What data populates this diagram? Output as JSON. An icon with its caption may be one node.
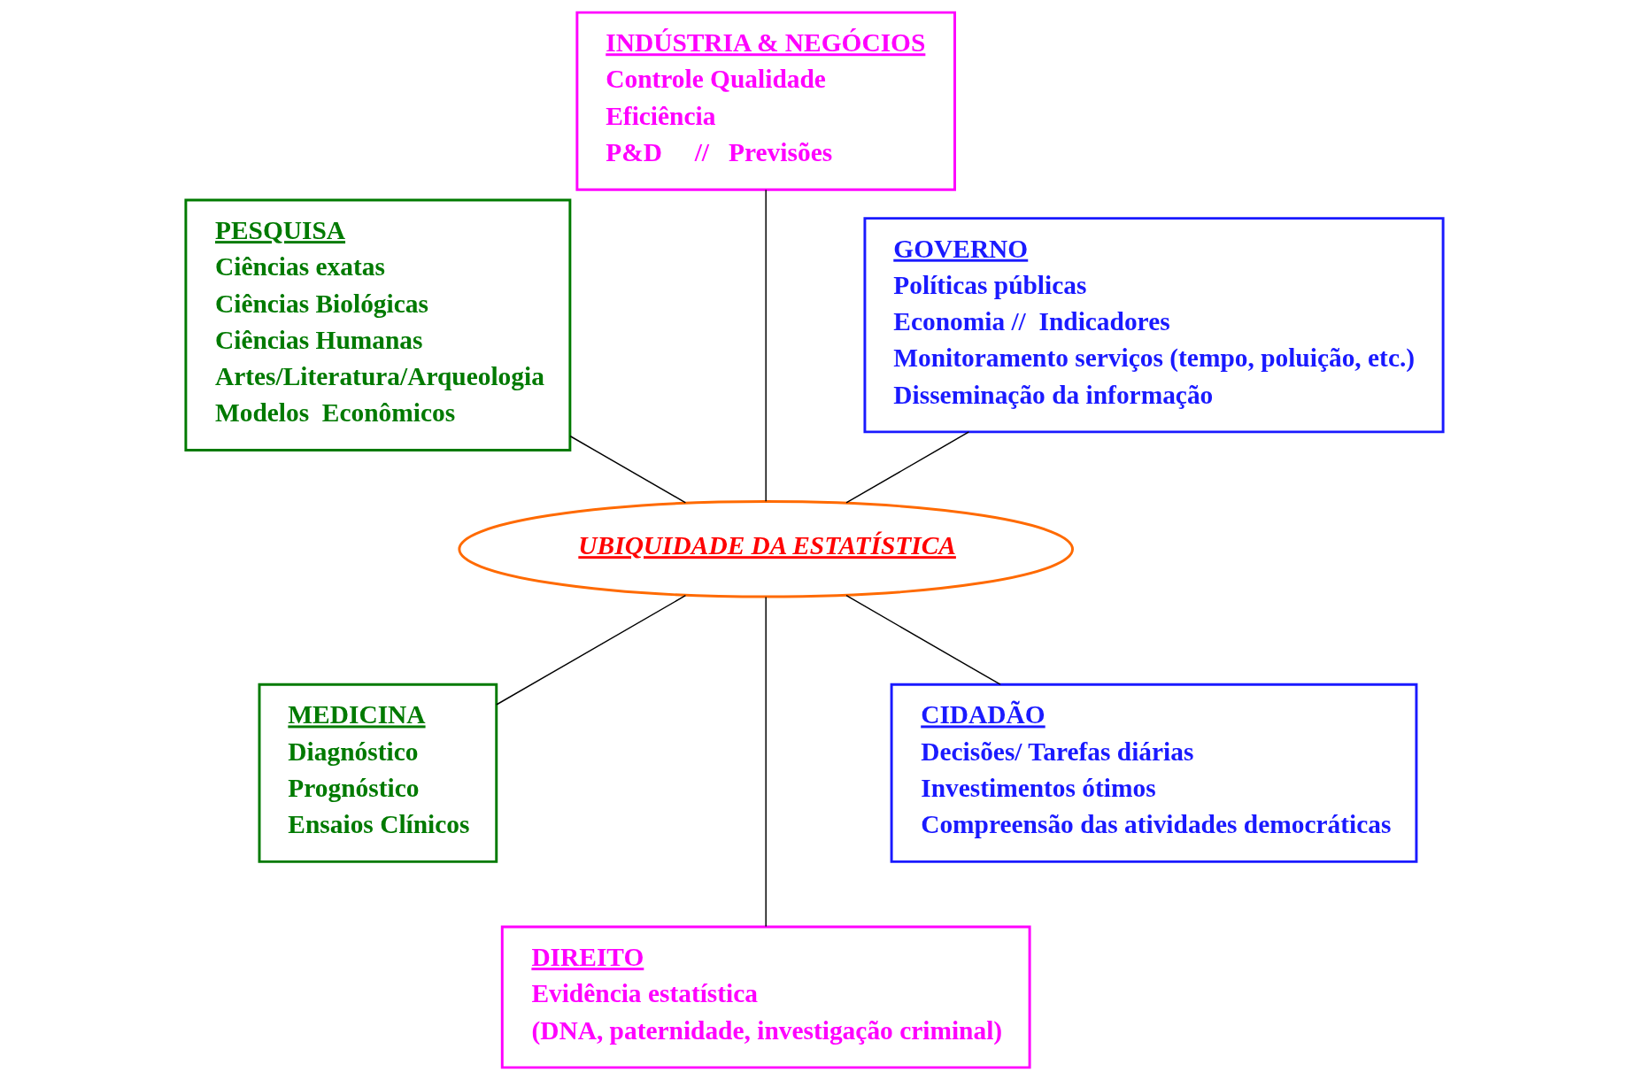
{
  "diagram": {
    "nodes": [
      {
        "text": [
          "GOVERNO",
          "Políticas públicas",
          "Economia //  Indicadores",
          "Monitoramento serviços (tempo, poluição, etc.)",
          "Disseminação da informação"
        ]
      },
      {
        "text": [
          "INDÚSTRIA & NEGÓCIOS",
          "Controle Qualidade",
          "Eficiência",
          "P&D     //   Previsões"
        ]
      },
      {
        "text": [
          "PESQUISA",
          "Ciências exatas",
          "Ciências Biológicas",
          "Ciências Humanas",
          "Artes/Literatura/Arqueologia",
          "Modelos  Econômicos"
        ]
      },
      {
        "text": [
          "UBIQUIDADE DA ESTATÍSTICA"
        ]
      },
      {
        "text": [
          "MEDICINA",
          "Diagnóstico",
          "Prognóstico",
          "Ensaios Clínicos"
        ]
      },
      {
        "text": [
          "DIREITO",
          "Evidência estatística",
          "(DNA, paternidade, investigação criminal)"
        ]
      },
      {
        "text": [
          "CIDADÃO",
          "Decisões/ Tarefas diárias",
          "Investimentos ótimos",
          "Compreensão das atividades democráticas"
        ]
      }
    ],
    "edges": [
      {
        "from": 3,
        "to": 0,
        "arrow": "none"
      },
      {
        "from": 3,
        "to": 1,
        "arrow": "none"
      },
      {
        "from": 3,
        "to": 2,
        "arrow": "none"
      },
      {
        "from": 3,
        "to": 4,
        "arrow": "none"
      },
      {
        "from": 3,
        "to": 5,
        "arrow": "none"
      },
      {
        "from": 3,
        "to": 6,
        "arrow": "none"
      }
    ]
  }
}
